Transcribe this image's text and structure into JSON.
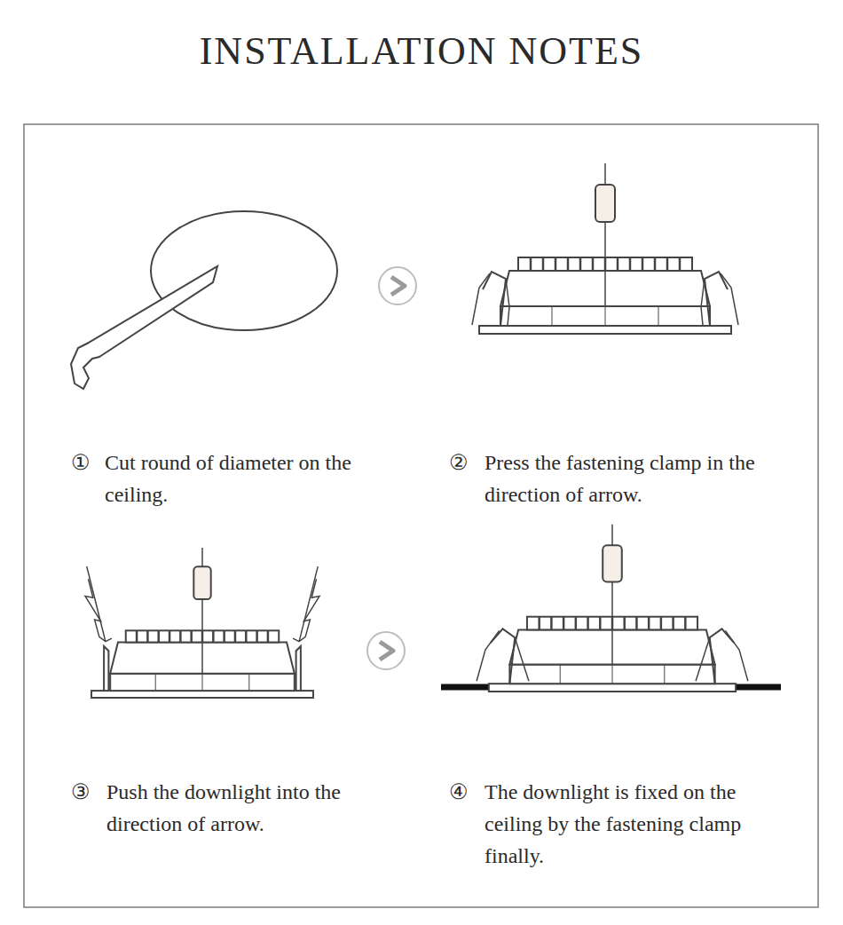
{
  "diagram": {
    "title": "INSTALLATION NOTES",
    "labels": [
      "①",
      "Cut round of diameter on the ceiling.",
      "②",
      "Press the fastening clamp in the direction of arrow.",
      "③",
      "Push the downlight into the direction of arrow.",
      "④",
      "The downlight is fixed on the ceiling by the fastening clamp finally."
    ]
  }
}
